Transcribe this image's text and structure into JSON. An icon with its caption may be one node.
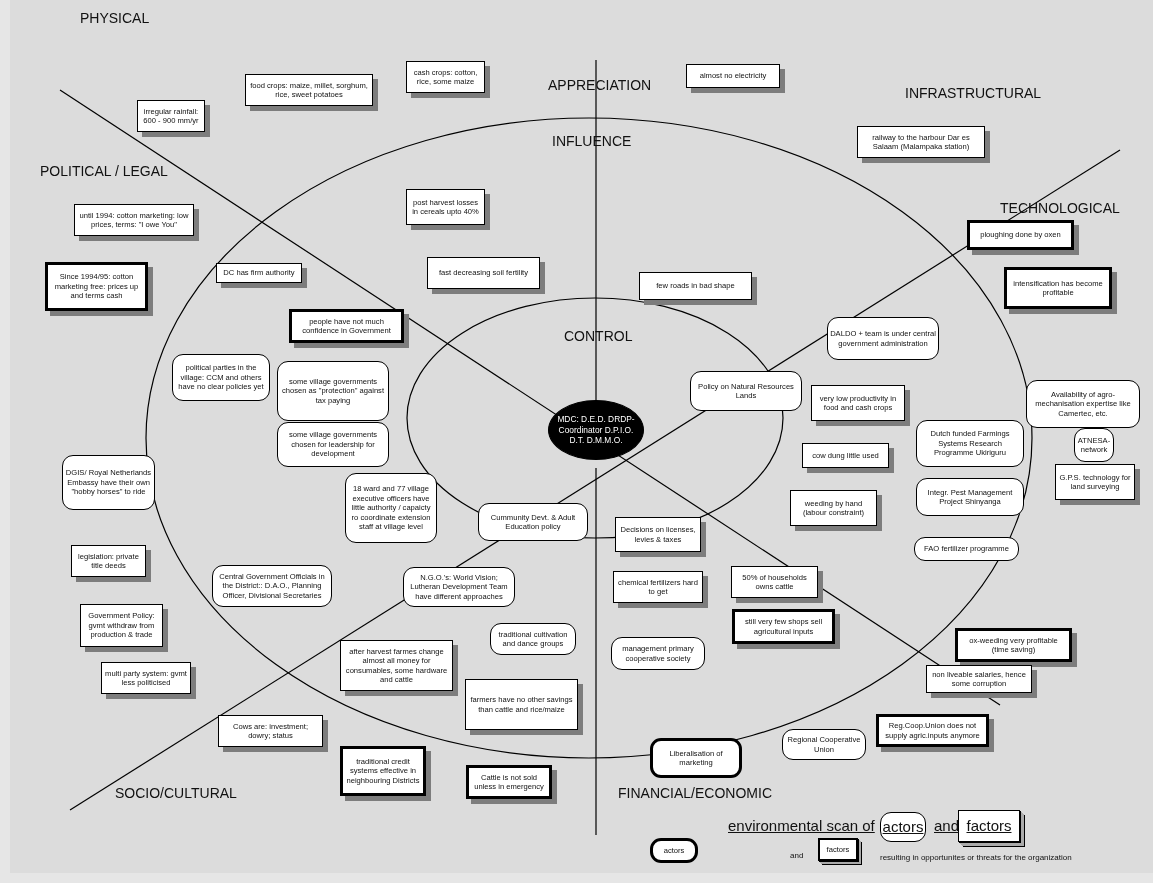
{
  "diagram": {
    "nodes": [
      {
        "text": [
          "irregular rainfall: 600 - 900 mm/yr"
        ]
      },
      {
        "text": [
          "food crops: maize, millet, sorghum, rice, sweet potatoes"
        ]
      },
      {
        "text": [
          "cash crops: cotton, rice, some maize"
        ]
      },
      {
        "text": [
          "almost no electricity"
        ]
      },
      {
        "text": [
          "railway to the harbour Dar es Salaam (Malampaka station)"
        ]
      },
      {
        "text": [
          "until 1994: cotton marketing: low prices, terms: \"I owe You\""
        ]
      },
      {
        "text": [
          "Since 1994/95: cotton marketing free: prices up and terms cash"
        ]
      },
      {
        "text": [
          "post harvest losses in cereals upto 40%"
        ]
      },
      {
        "text": [
          "DC has firm authority"
        ]
      },
      {
        "text": [
          "fast decreasing soil fertility"
        ]
      },
      {
        "text": [
          "few roads in bad shape"
        ]
      },
      {
        "text": [
          "ploughing done by oxen"
        ]
      },
      {
        "text": [
          "intensification has become profitable"
        ]
      },
      {
        "text": [
          "people have not much confidence in Government"
        ]
      },
      {
        "text": [
          "DALDO + team is under central government administration"
        ]
      },
      {
        "text": [
          "political parties in the village: CCM and others have no clear policies yet"
        ]
      },
      {
        "text": [
          "some village governments chosen as \"protection\" against tax paying"
        ]
      },
      {
        "text": [
          "Policy on Natural Resources Lands"
        ]
      },
      {
        "text": [
          "MDC:  D.E.D. DRDP-Coordinator D.P.I.O. D.T.   D.M.M.O."
        ]
      },
      {
        "text": [
          "some village governments chosen for leadership for development"
        ]
      },
      {
        "text": [
          "very low productivity in food and cash crops"
        ]
      },
      {
        "text": [
          "Availability of agro-mechanisation expertise like Camertec, etc."
        ]
      },
      {
        "text": [
          "Dutch funded Farmings Systems Research Programme Ukiriguru"
        ]
      },
      {
        "text": [
          "ATNESA-network"
        ]
      },
      {
        "text": [
          "cow dung little used"
        ]
      },
      {
        "text": [
          "G.P.S. technology for land surveying"
        ]
      },
      {
        "text": [
          "DGIS/ Royal Netherlands Embassy have their own \"hobby horses\" to ride"
        ]
      },
      {
        "text": [
          "18 ward  and 77 village executive officers have little authority / capaicty ro coordinate extension staff at village level"
        ]
      },
      {
        "text": [
          "Integr. Pest Management Project Shinyanga"
        ]
      },
      {
        "text": [
          "weeding by hand (labour constraint)"
        ]
      },
      {
        "text": [
          "Cummunity Devt. & Adult Education policy"
        ]
      },
      {
        "text": [
          "Decisions on licenses, levies & taxes"
        ]
      },
      {
        "text": [
          "legislation: private title deeds"
        ]
      },
      {
        "text": [
          "FAO fertilizer programme"
        ]
      },
      {
        "text": [
          "Central Government Officials in the District:: D.A.O., Planning Officer, Divisional Secretaries"
        ]
      },
      {
        "text": [
          "N.G.O.'s: World Vision; Lutheran Development Team have different approaches"
        ]
      },
      {
        "text": [
          "50% of households owns cattle"
        ]
      },
      {
        "text": [
          "chemical fertilizers hard to get"
        ]
      },
      {
        "text": [
          "Government Policy: gvmt withdraw from production & trade"
        ]
      },
      {
        "text": [
          "still very few shops sell agricultural inputs"
        ]
      },
      {
        "text": [
          "ox-weeding  very profitable (time saving)"
        ]
      },
      {
        "text": [
          "traditional cultivation and dance groups"
        ]
      },
      {
        "text": [
          "management primary cooperative society"
        ]
      },
      {
        "text": [
          "after harvest farmes change almost all money for consumables, some hardware and cattle"
        ]
      },
      {
        "text": [
          "multi party system: gvmt less politicised"
        ]
      },
      {
        "text": [
          "farmers have no other savings than cattle and rice/maize"
        ]
      },
      {
        "text": [
          "non liveable salaries, hence some corruption"
        ]
      },
      {
        "text": [
          "Cows are: investment; dowry; status"
        ]
      },
      {
        "text": [
          "Reg.Coop.Union does not supply agric.inputs anymore"
        ]
      },
      {
        "text": [
          "Regional Cooperative Union"
        ]
      },
      {
        "text": [
          "Liberalisation of marketing"
        ]
      },
      {
        "text": [
          "traditional credit systems effective in neighbouring Districts"
        ]
      },
      {
        "text": [
          "Cattle is not sold unless in emergency"
        ]
      },
      {
        "text": [
          "actors"
        ]
      },
      {
        "text": [
          "factors"
        ]
      },
      {
        "text": [
          "actors"
        ]
      },
      {
        "text": [
          "factors"
        ]
      }
    ],
    "labels": [
      "PHYSICAL",
      "APPRECIATION",
      "INFRASTRUCTURAL",
      "INFLUENCE",
      "POLITICAL / LEGAL",
      "TECHNOLOGICAL",
      "CONTROL",
      "SOCIO/CULTURAL",
      "FINANCIAL/ECONOMIC",
      "environmental scan of",
      "and",
      "and",
      "resulting in opportunites or threats for the organization"
    ]
  }
}
